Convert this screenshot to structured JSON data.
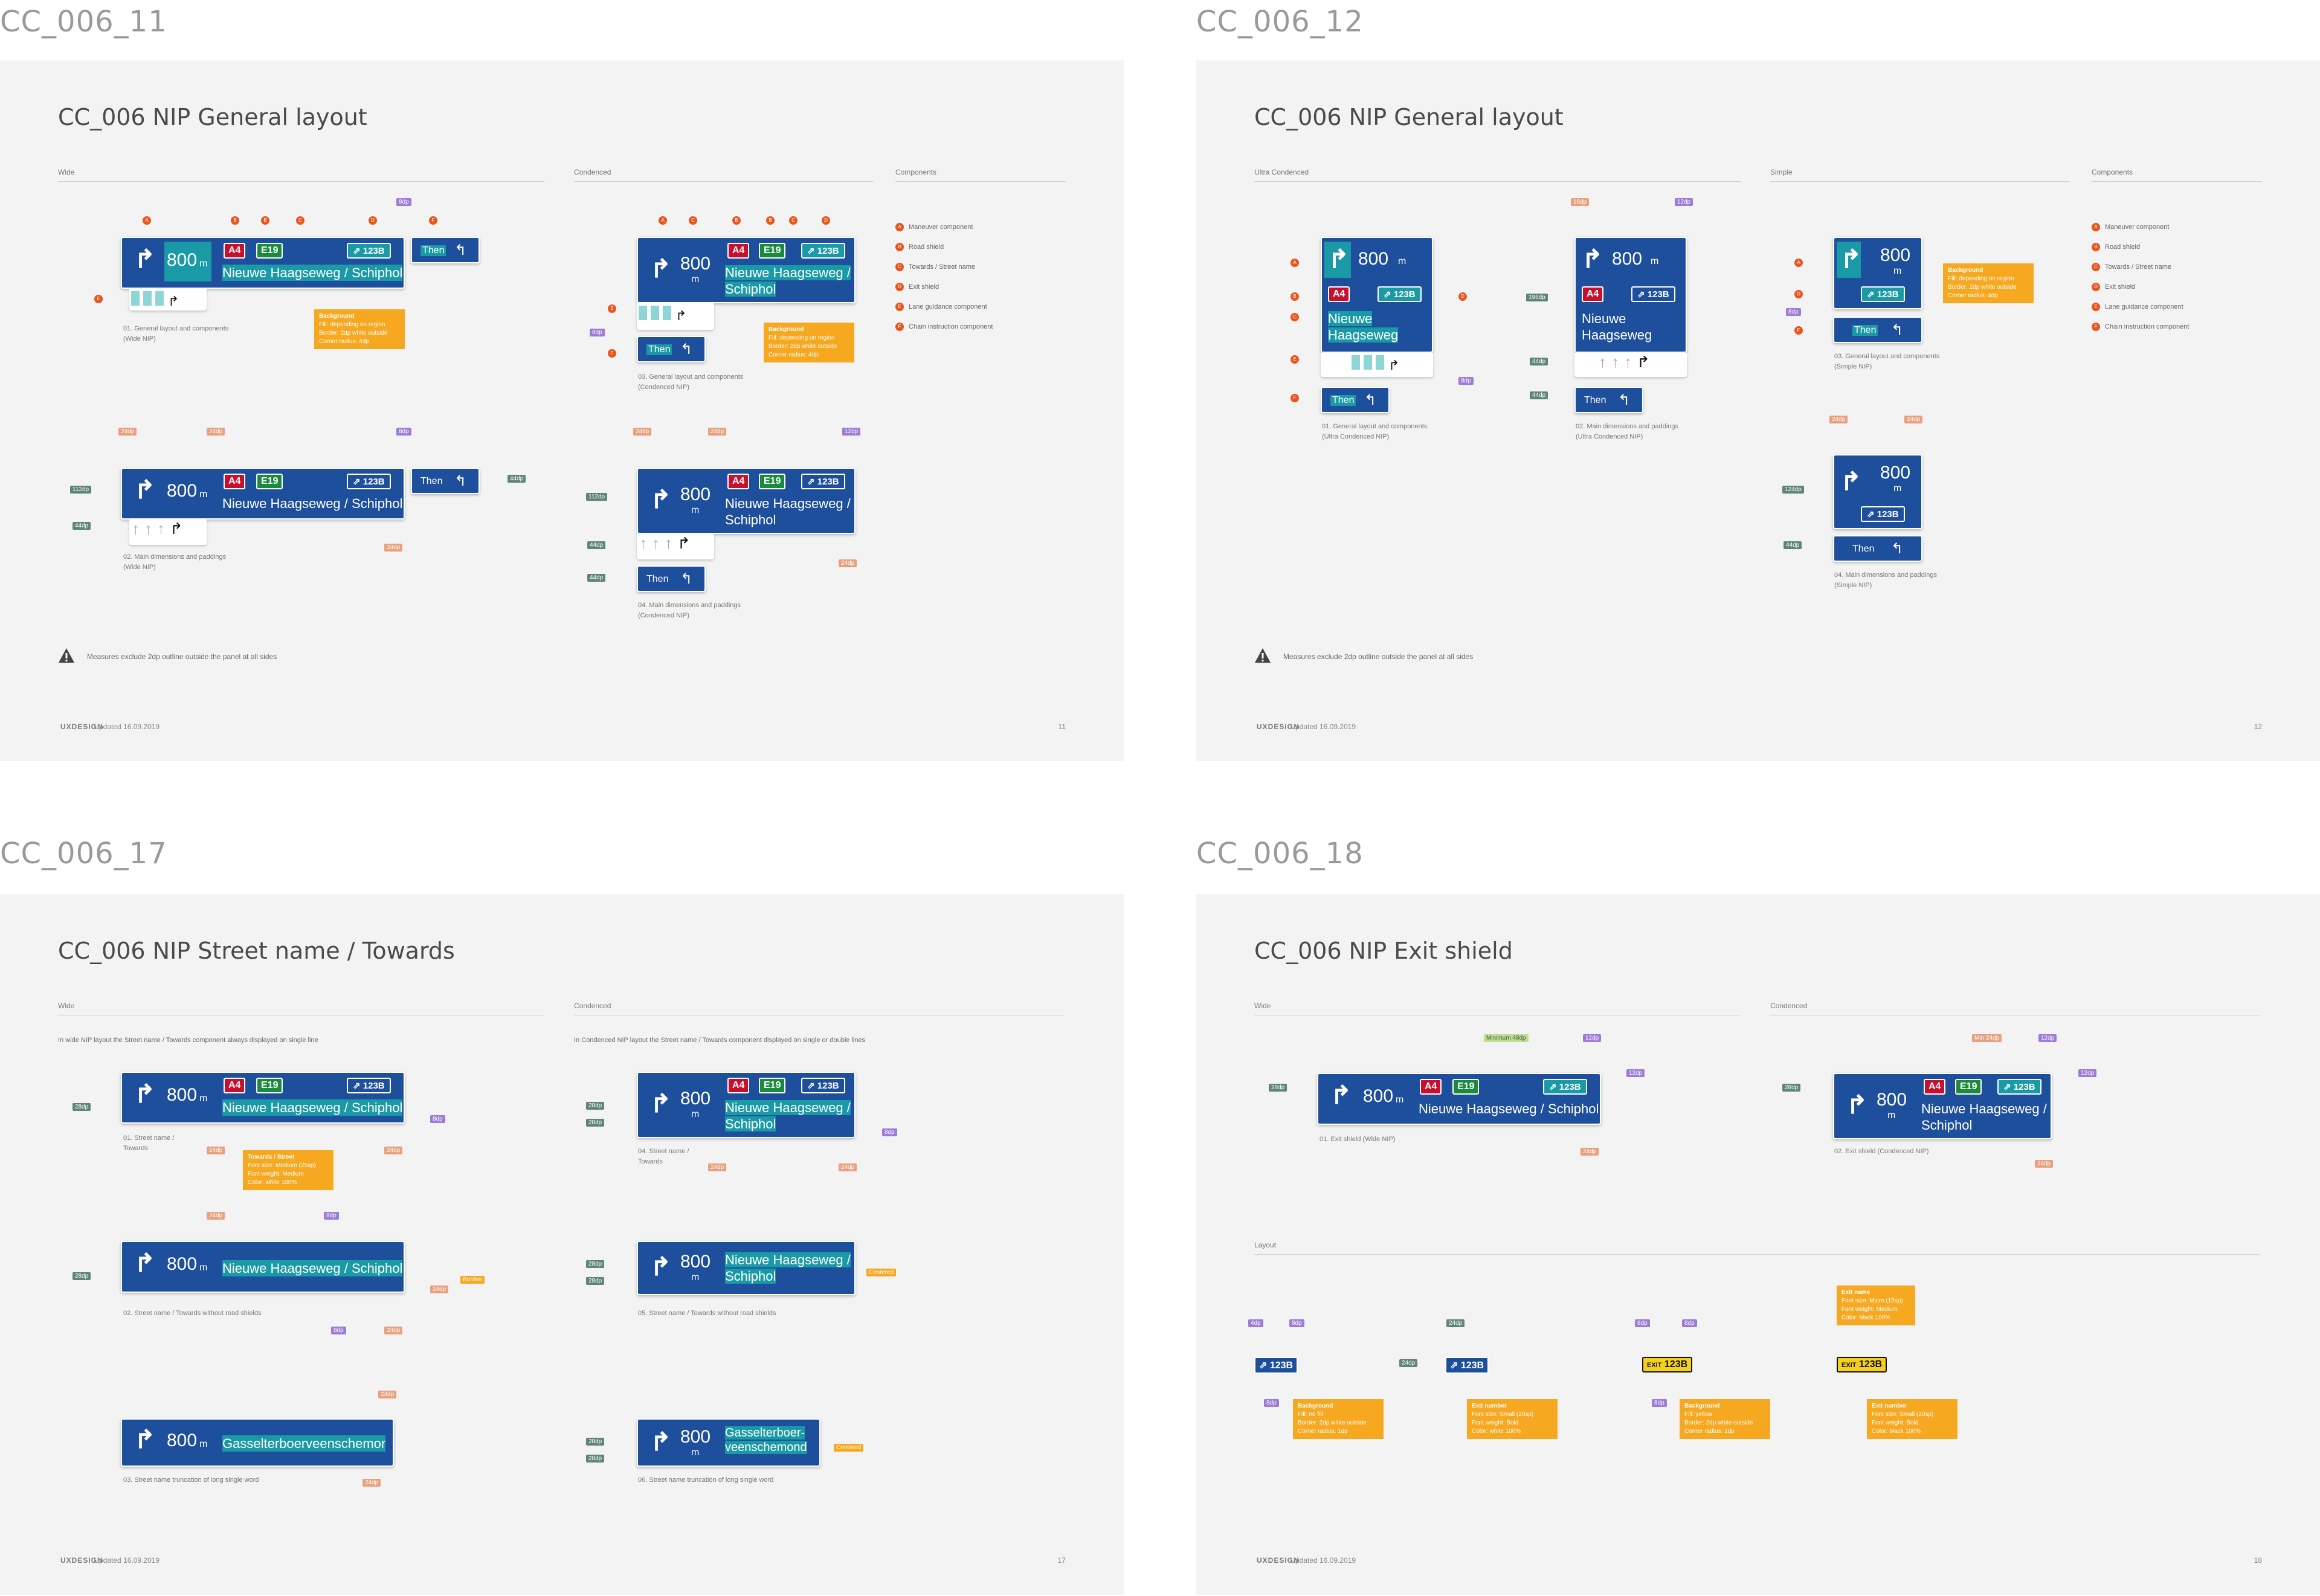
{
  "sheets": {
    "s1": "CC_006_11",
    "s2": "CC_006_12",
    "s3": "CC_006_17",
    "s4": "CC_006_18"
  },
  "common": {
    "m": "m",
    "dist": "800",
    "a4": "A4",
    "e19": "E19",
    "exit": "123B",
    "then": "Then",
    "street": "Nieuwe Haagseweg / Schiphol",
    "street1": "Nieuwe Haagseweg /",
    "street2": "Schiphol",
    "nieuwe": "Nieuwe",
    "haagseweg": "Haagseweg",
    "long1": "Gasselterboerveenschemond",
    "long2a": "Gasselterboer-",
    "long2b": "veenschemond",
    "updated": "Updated 16.09.2019",
    "logo": "UXDESIGN",
    "warn": "Measures exclude 2dp outline outside the panel at all sides",
    "exit_text": "EXIT",
    "ex_num": "123B"
  },
  "legend": {
    "title": "Components",
    "a": "Maneuver component",
    "b": "Road shield",
    "c": "Towards / Street name",
    "d": "Exit shield",
    "e": "Lane guidance component",
    "f": "Chain instruction component"
  },
  "p1": {
    "title": "CC_006 NIP General layout",
    "sec_wide": "Wide",
    "sec_cond": "Condenced",
    "cap1": "01. General layout and components",
    "cap1b": "(Wide NIP)",
    "cap2": "02. Main dimensions and paddings",
    "cap2b": "(Wide NIP)",
    "cap3": "03. General layout and components",
    "cap3b": "(Condenced NIP)",
    "cap4": "04. Main dimensions and paddings",
    "cap4b": "(Condenced NIP)",
    "bg_t": "Background",
    "bg_1": "Fill: depending on region",
    "bg_2": "Border: 2dp white outside",
    "bg_3": "Corner radius: 4dp",
    "page": "11"
  },
  "p2": {
    "title": "CC_006 NIP General layout",
    "sec_uc": "Ultra Condenced",
    "sec_s": "Simple",
    "cap1": "01. General layout and components",
    "cap1b": "(Ultra Condenced NIP)",
    "cap2": "02. Main dimensions and paddings",
    "cap2b": "(Ultra Condenced NIP)",
    "cap3": "03. General layout and components",
    "cap3b": "(Simple NIP)",
    "cap4": "04. Main dimensions and paddings",
    "cap4b": "(Simple NIP)",
    "page": "12"
  },
  "p3": {
    "title": "CC_006 NIP Street name / Towards",
    "sec_wide": "Wide",
    "sec_cond": "Condenced",
    "note_w": "In wide NIP layout the Street name / Towards component always displayed on single line",
    "note_c": "In Condenced NIP layout the Street name / Towards component displayed on single or double lines",
    "cap1": "01. Street name /",
    "cap1b": "Towards",
    "cap2": "02. Street name / Towards without road shields",
    "cap3": "03. Street name truncation of long single word",
    "cap4": "04. Street name /",
    "cap4b": "Towards",
    "cap5": "05. Street name / Towards without road shields",
    "cap6": "06. Street name truncation of long single word",
    "tw_t": "Towards / Street",
    "tw_1": "Font size: Medium (25sp)",
    "tw_2": "Font weight: Medium",
    "tw_3": "Color: white 100%",
    "bordes": "Bordes",
    "centered": "Centered",
    "page": "17"
  },
  "p4": {
    "title": "CC_006 NIP Exit shield",
    "sec_wide": "Wide",
    "sec_cond": "Condenced",
    "sec_layout": "Layout",
    "cap1": "01. Exit shield (Wide NIP)",
    "cap2": "02. Exit shield (Condenced NIP)",
    "min48": "Minimum 48dp",
    "min24": "Min 24dp",
    "bg_t": "Background",
    "bg_blue": "Fill: no fill",
    "bg_blue2": "Border: 2dp white outside",
    "bg_blue3": "Corner radius: 1dp",
    "bg_yel": "Fill: yellow",
    "en_t": "Exit number",
    "en_1": "Font size: Small (20sp)",
    "en_2": "Font weight: Bold",
    "en_3": "Color: white 100%",
    "en_3b": "Color: black 100%",
    "ex_t": "Exit name",
    "ex_1": "Font size: Micro (15sp)",
    "ex_2": "Font weight: Medium",
    "ex_3": "Color: black 100%",
    "page": "18"
  },
  "dims": {
    "d24": "24dp",
    "d8": "8dp",
    "d12": "12dp",
    "d16": "16dp",
    "d44": "44dp",
    "d112": "112dp",
    "d28": "28dp",
    "d196": "196dp",
    "d124": "124dp",
    "d4": "4dp"
  },
  "colors": {
    "panel": "#1e4f9c",
    "highlight": "#1a9aa6",
    "red": "#c8102e",
    "green": "#1a8a3c",
    "orange": "#e8561f",
    "info": "#f6a821",
    "yellow": "#f4d01c"
  }
}
